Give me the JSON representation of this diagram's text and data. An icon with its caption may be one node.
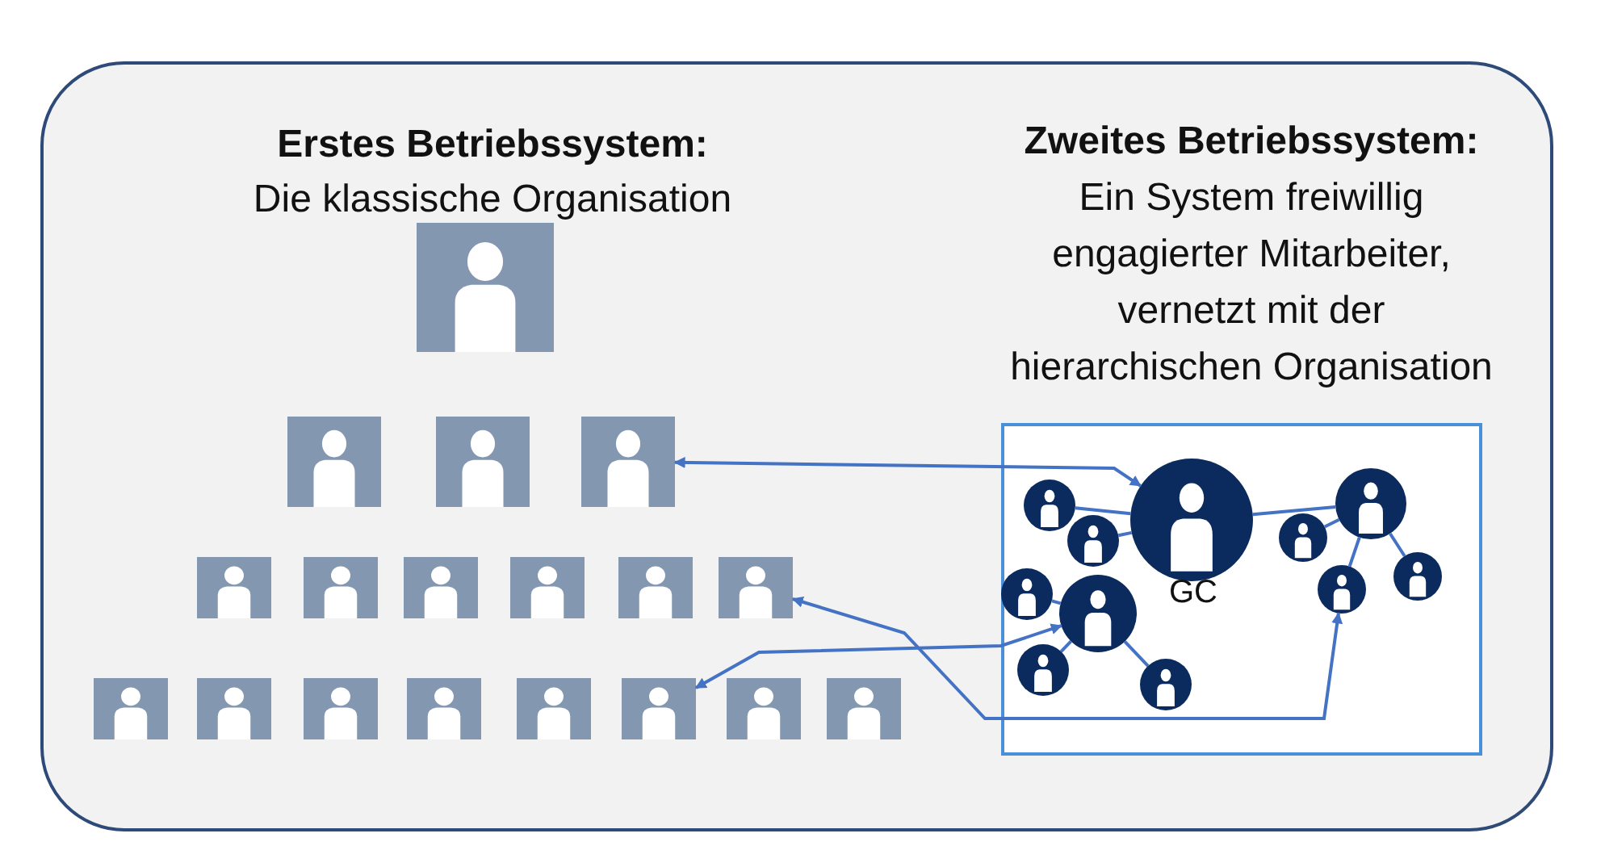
{
  "diagram": {
    "nodes": [
      {
        "text": [],
        "shape": "box"
      },
      {
        "text": [],
        "shape": "person",
        "in": 0
      },
      {
        "text": [],
        "shape": "person",
        "in": 0
      },
      {
        "text": [],
        "shape": "person",
        "in": 0
      },
      {
        "text": [],
        "shape": "person",
        "in": 0
      },
      {
        "text": [],
        "shape": "person",
        "in": 0
      },
      {
        "text": [],
        "shape": "person",
        "in": 0
      },
      {
        "text": [],
        "shape": "person",
        "in": 0
      },
      {
        "text": [],
        "shape": "person",
        "in": 0
      },
      {
        "text": [],
        "shape": "person",
        "in": 0
      },
      {
        "text": [],
        "shape": "person",
        "in": 0
      },
      {
        "text": [],
        "shape": "person",
        "in": 0
      },
      {
        "text": [],
        "shape": "person",
        "in": 0
      },
      {
        "text": [],
        "shape": "person",
        "in": 0
      },
      {
        "text": [],
        "shape": "person",
        "in": 0
      },
      {
        "text": [],
        "shape": "person",
        "in": 0
      },
      {
        "text": [],
        "shape": "person",
        "in": 0
      },
      {
        "text": [],
        "shape": "person",
        "in": 0
      },
      {
        "text": [],
        "shape": "person",
        "in": 0
      },
      {
        "text": [],
        "shape": "box",
        "in": 0
      },
      {
        "text": [],
        "shape": "person",
        "in": 19
      },
      {
        "text": [],
        "shape": "person",
        "in": 19
      },
      {
        "text": [],
        "shape": "person",
        "in": 19
      },
      {
        "text": [],
        "shape": "person",
        "in": 19
      },
      {
        "text": [],
        "shape": "person",
        "in": 19
      },
      {
        "text": [],
        "shape": "person",
        "in": 19
      },
      {
        "text": [],
        "shape": "person",
        "in": 19,
        "beside": [
          "GC"
        ]
      },
      {
        "text": [],
        "shape": "person",
        "in": 19
      },
      {
        "text": [],
        "shape": "person",
        "in": 19
      },
      {
        "text": [],
        "shape": "person",
        "in": 19
      },
      {
        "text": [],
        "shape": "person",
        "in": 19
      }
    ],
    "edges": [
      {
        "from": 4,
        "to": 26,
        "arrow": "both"
      },
      {
        "from": 10,
        "to": 28,
        "arrow": "both"
      },
      {
        "from": 16,
        "to": 24,
        "arrow": "both"
      },
      {
        "from": 22,
        "to": 26,
        "arrow": "none"
      },
      {
        "from": 23,
        "to": 26,
        "arrow": "none"
      },
      {
        "from": 26,
        "to": 29,
        "arrow": "none"
      },
      {
        "from": 27,
        "to": 29,
        "arrow": "none"
      },
      {
        "from": 29,
        "to": 28,
        "arrow": "none"
      },
      {
        "from": 29,
        "to": 30,
        "arrow": "none"
      },
      {
        "from": 20,
        "to": 24,
        "arrow": "none"
      },
      {
        "from": 24,
        "to": 21,
        "arrow": "none"
      },
      {
        "from": 24,
        "to": 25,
        "arrow": "none"
      }
    ],
    "labels": [
      "Erstes Betriebssystem:",
      "Die klassische Organisation",
      "Zweites Betriebssystem:",
      "Ein System freiwillig engagierter Mitarbeiter, vernetzt mit der hierarchischen Organisation"
    ]
  }
}
